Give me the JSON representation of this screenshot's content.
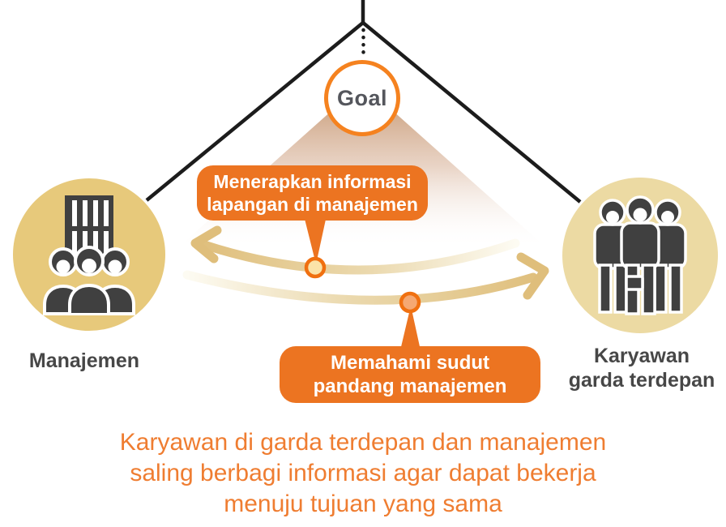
{
  "diagram": {
    "goal_label": "Goal",
    "left_node": {
      "label": "Manajemen",
      "icon": "building-with-managers-icon"
    },
    "right_node": {
      "label_line1": "Karyawan",
      "label_line2": "garda terdepan",
      "icon": "frontline-staff-icon"
    },
    "callout_top": {
      "line1": "Menerapkan informasi",
      "line2": "lapangan di manajemen"
    },
    "callout_bottom": {
      "line1": "Memahami sudut",
      "line2": "pandang manajemen"
    },
    "caption": {
      "line1": "Karyawan di garda terdepan dan manajemen",
      "line2": "saling berbagi informasi agar dapat bekerja",
      "line3": "menuju tujuan yang sama"
    },
    "arrows": {
      "top_arrow_direction": "right-to-left",
      "bottom_arrow_direction": "left-to-right"
    }
  },
  "colors": {
    "accent_orange": "#EC7421",
    "goal_border": "#F5821F",
    "line_dark": "#1C1C1C",
    "circle_left_fill": "#E7C97B",
    "circle_right_fill": "#ECDAA3",
    "icon_dark": "#404040",
    "label_gray": "#474747",
    "goal_text": "#54565C",
    "caption_orange": "#EF7D31",
    "arrow_tan": "#DFBE7B",
    "arrow_mid": "#EBD9AE",
    "arrow_cream": "#FDFBF2",
    "dot_top_fill": "#FBE3A8",
    "dot_bottom_fill": "#F5A872",
    "dot_stroke": "#F07010",
    "triangle_top": "#BE8A5F",
    "triangle_mid": "#DDBCA6"
  }
}
